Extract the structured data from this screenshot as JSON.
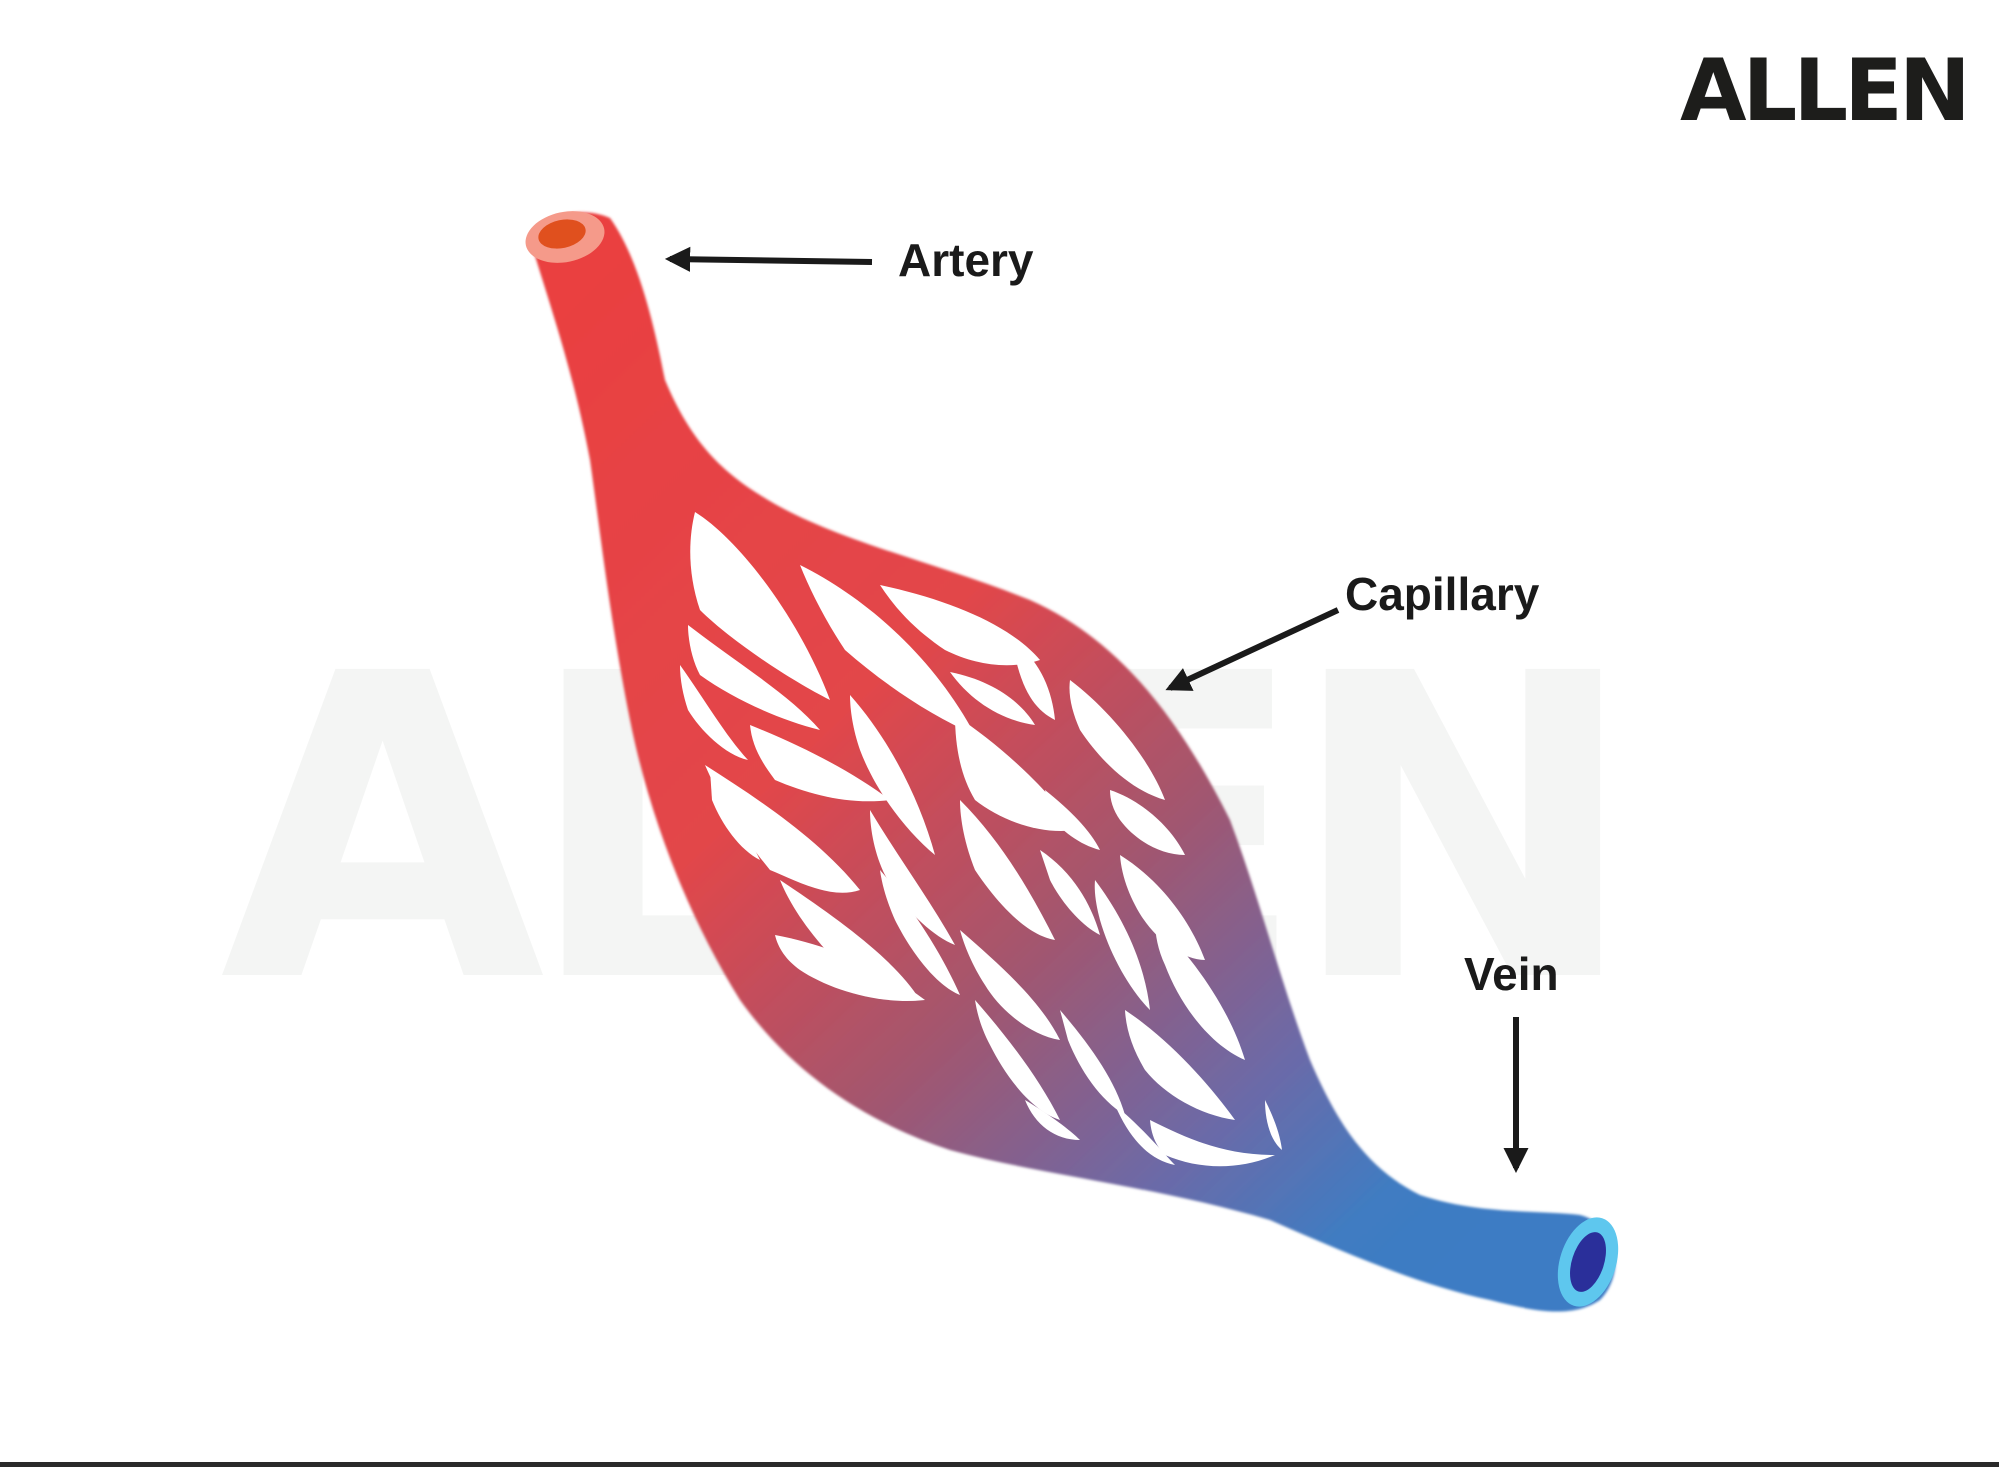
{
  "logo": {
    "text": "ALLEN",
    "color": "#1d1d1b"
  },
  "watermark": {
    "text": "ALLEN"
  },
  "labels": {
    "artery": "Artery",
    "capillary": "Capillary",
    "vein": "Vein"
  },
  "colors": {
    "artery": "#e8403f",
    "capillary_mid": "#8a5a8a",
    "vein": "#3f7cc2",
    "artery_lumen": "#e0501e",
    "artery_rim": "#f59a8a",
    "vein_lumen": "#2a2f9a",
    "vein_rim": "#5ec7ee",
    "arrow": "#1a1a1a"
  }
}
